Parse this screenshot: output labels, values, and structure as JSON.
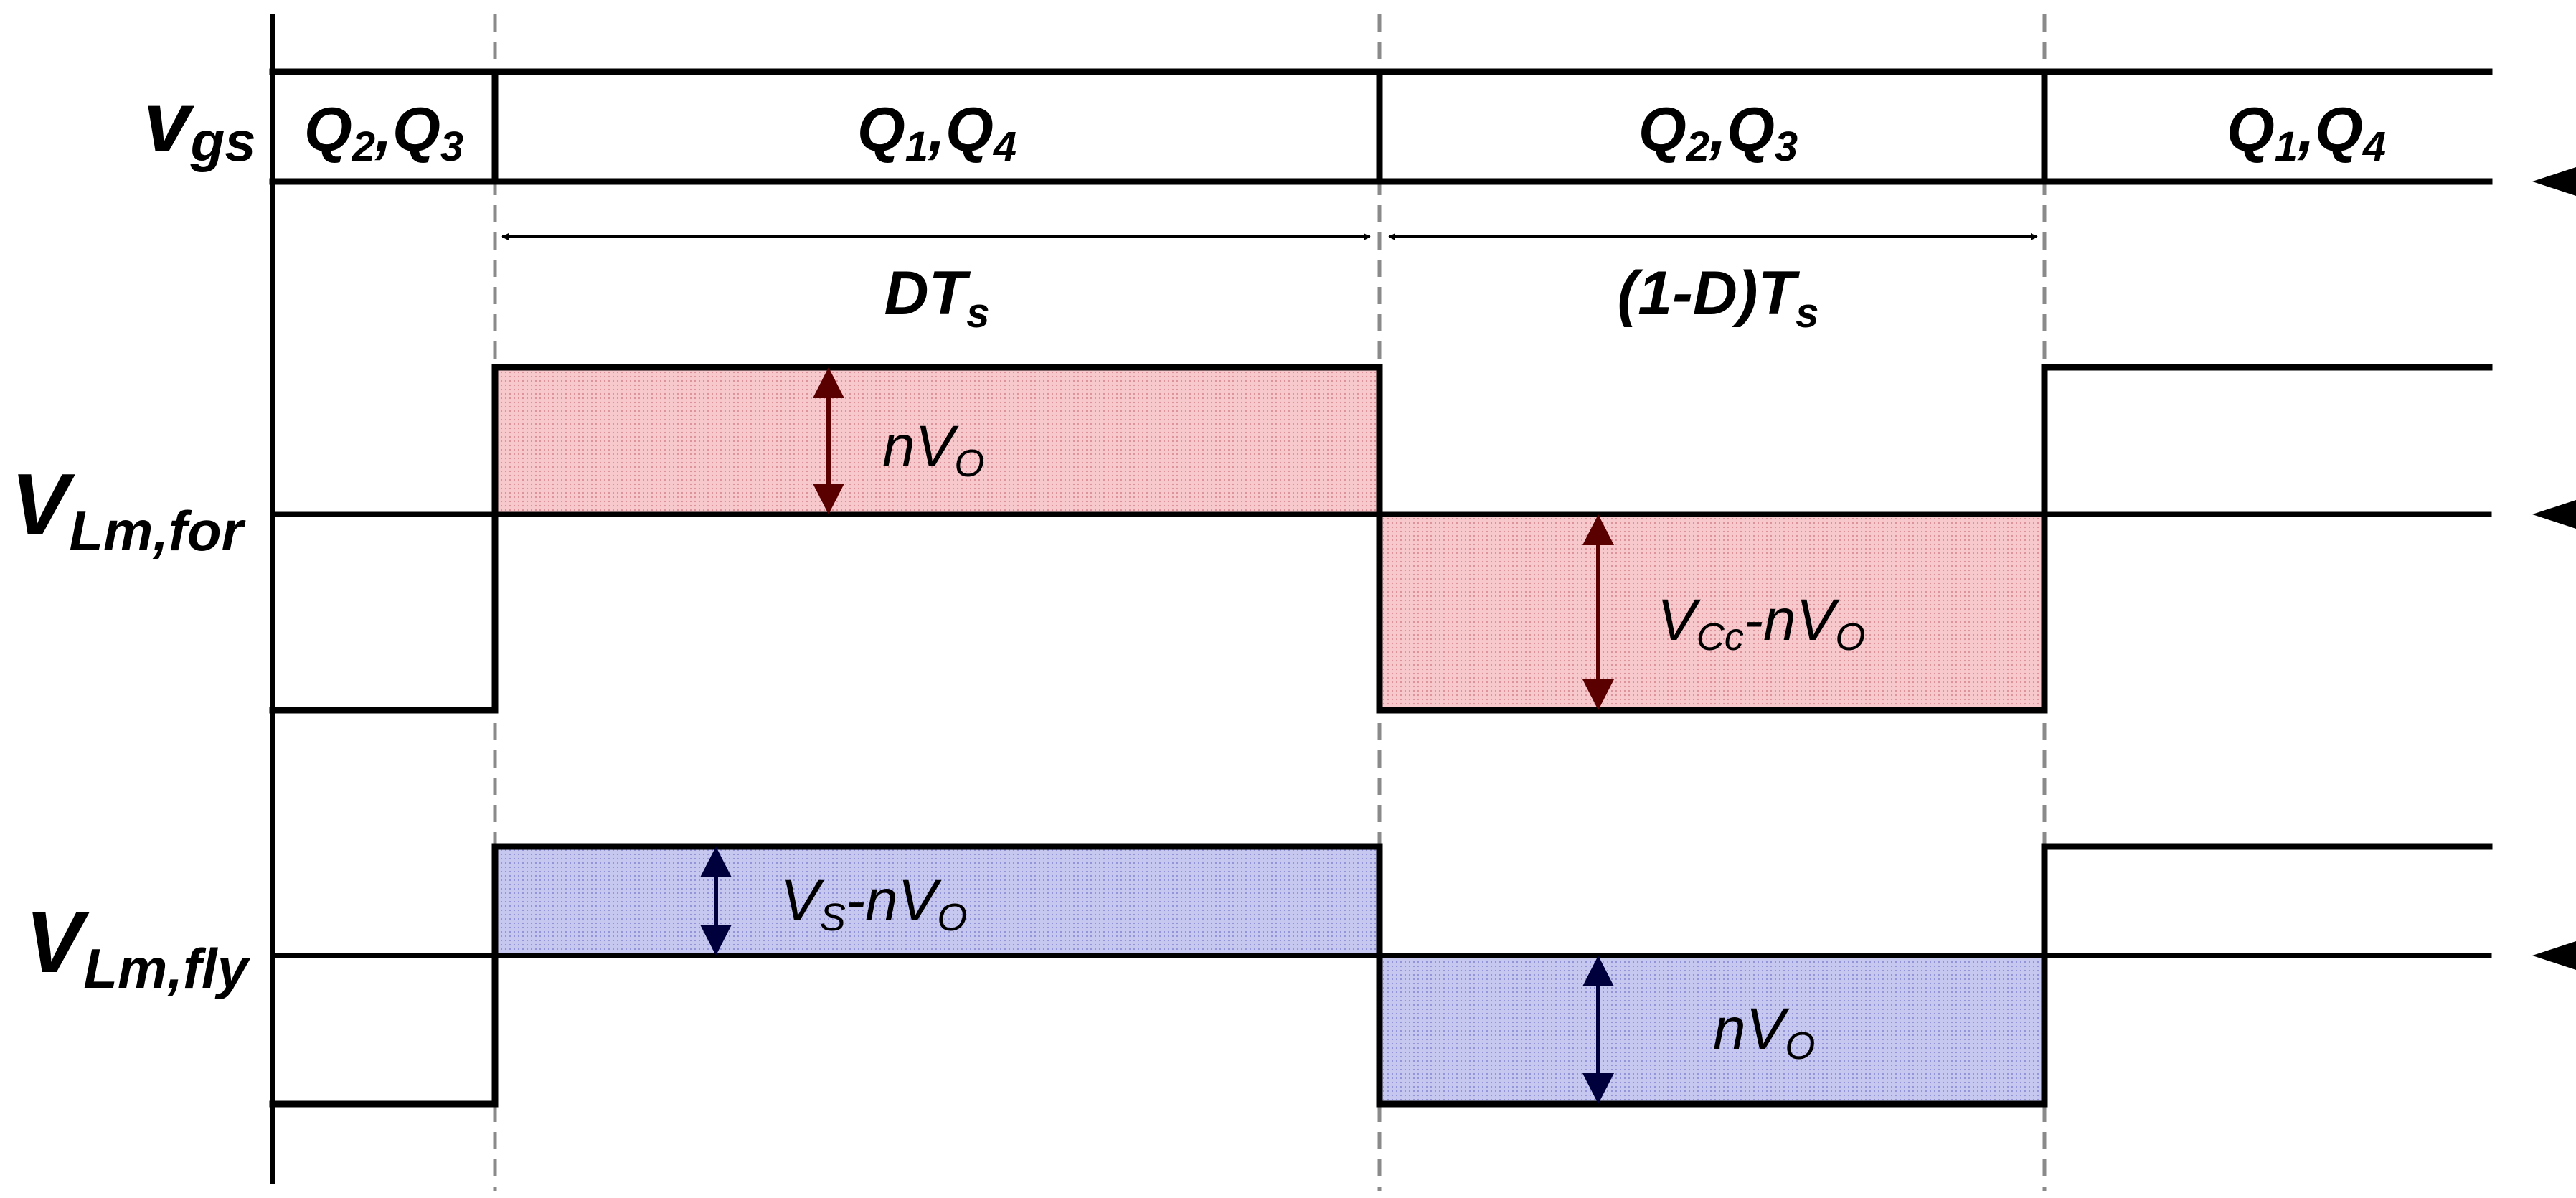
{
  "colors": {
    "forward_fill": "#f7c8cc",
    "forward_edge": "#5a0000",
    "flyback_fill": "#c7c8f0",
    "flyback_edge": "#00003c"
  },
  "rows": {
    "vgs": {
      "label_main": "v",
      "label_sub": "gs"
    },
    "for": {
      "label_main": "V",
      "label_sub": "Lm,for"
    },
    "fly": {
      "label_main": "V",
      "label_sub": "Lm,fly"
    }
  },
  "gate_segments": [
    {
      "a": "Q",
      "a_sub": "2",
      "b": "Q",
      "b_sub": "3"
    },
    {
      "a": "Q",
      "a_sub": "1",
      "b": "Q",
      "b_sub": "4"
    },
    {
      "a": "Q",
      "a_sub": "2",
      "b": "Q",
      "b_sub": "3"
    },
    {
      "a": "Q",
      "a_sub": "1",
      "b": "Q",
      "b_sub": "4"
    }
  ],
  "intervals": {
    "d": {
      "main": "DT",
      "sub": "s"
    },
    "one_minus_d": {
      "main": "(1-D)T",
      "sub": "s"
    }
  },
  "annotations": {
    "for_pos": {
      "main": "nV",
      "sub": "O"
    },
    "for_neg": {
      "main": "V",
      "sub": "Cc",
      "tail": "-nV",
      "tail_sub": "O"
    },
    "fly_pos": {
      "main": "V",
      "sub": "S",
      "tail": "-nV",
      "tail_sub": "O"
    },
    "fly_neg": {
      "main": "nV",
      "sub": "O"
    }
  }
}
